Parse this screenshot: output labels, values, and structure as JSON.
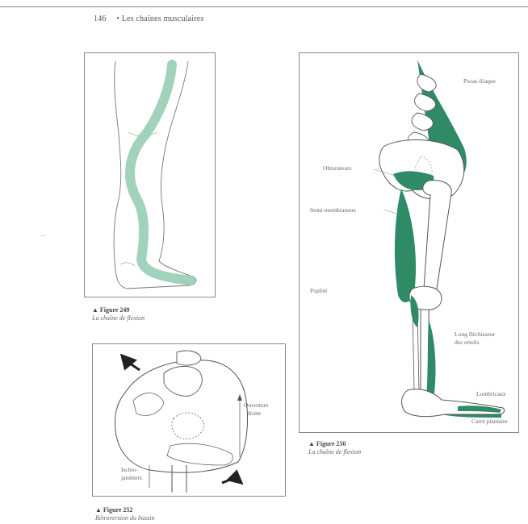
{
  "header": {
    "page_number": "146",
    "title": "• Les chaînes musculaires"
  },
  "figures": [
    {
      "id": "fig-249",
      "number": "▲ Figure 249",
      "caption": "La chaîne de flexion"
    },
    {
      "id": "fig-250",
      "number": "▲ Figure 250",
      "caption": "La chaîne de flexion",
      "labels": {
        "psoas_iliaque": "Psoas-iliaque",
        "obturateurs": "Obturateurs",
        "semi_membraneux": "Semi-membraneux",
        "poplite": "Poplité",
        "long_flechisseur_1": "Long fléchisseur",
        "long_flechisseur_2": "des orteils",
        "lombricaux": "Lombricaux",
        "carre_plantaire": "Carré plantaire"
      }
    },
    {
      "id": "fig-252",
      "number": "▲ Figure 252",
      "caption": "Rétroversion du bassin",
      "labels": {
        "ouverture_1": "Ouverture",
        "ouverture_2": "droite",
        "ischio_1": "Ischio-",
        "ischio_2": "jambiers"
      }
    }
  ],
  "colors": {
    "muscle_green": "#2f8a66",
    "light_green": "#8fcab0",
    "rule_blue": "#6f8fb0"
  }
}
